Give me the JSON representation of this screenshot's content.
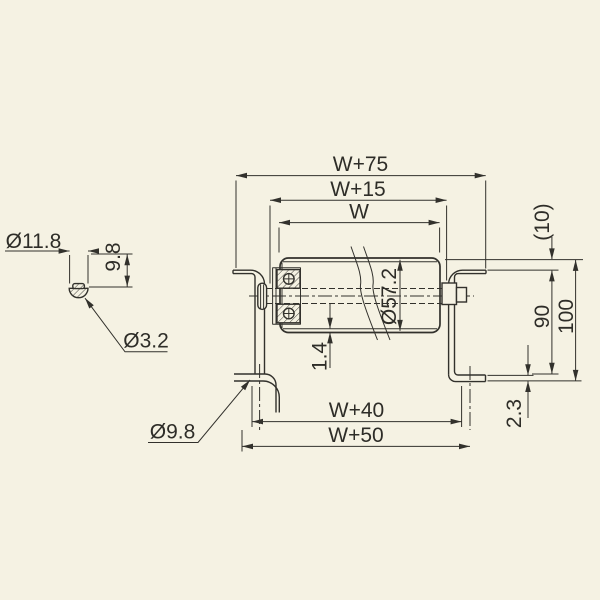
{
  "colors": {
    "background": "#f5f2e3",
    "line": "#32312c",
    "text": "#2e2d28"
  },
  "dimensions": {
    "top_overall": "W+75",
    "top_inner": "W+15",
    "top_roller": "W",
    "side_protrusion": "(10)",
    "side_frame_inner": "90",
    "side_frame_total": "100",
    "side_flange_thickness": "2.3",
    "roller_diameter": "Ø57.2",
    "tube_wall": "1.4",
    "bottom_inner": "W+40",
    "bottom_outer": "W+50",
    "detail_diameter": "Ø11.8",
    "detail_height": "9.8",
    "detail_pin": "Ø3.2",
    "frame_hole": "Ø9.8"
  }
}
